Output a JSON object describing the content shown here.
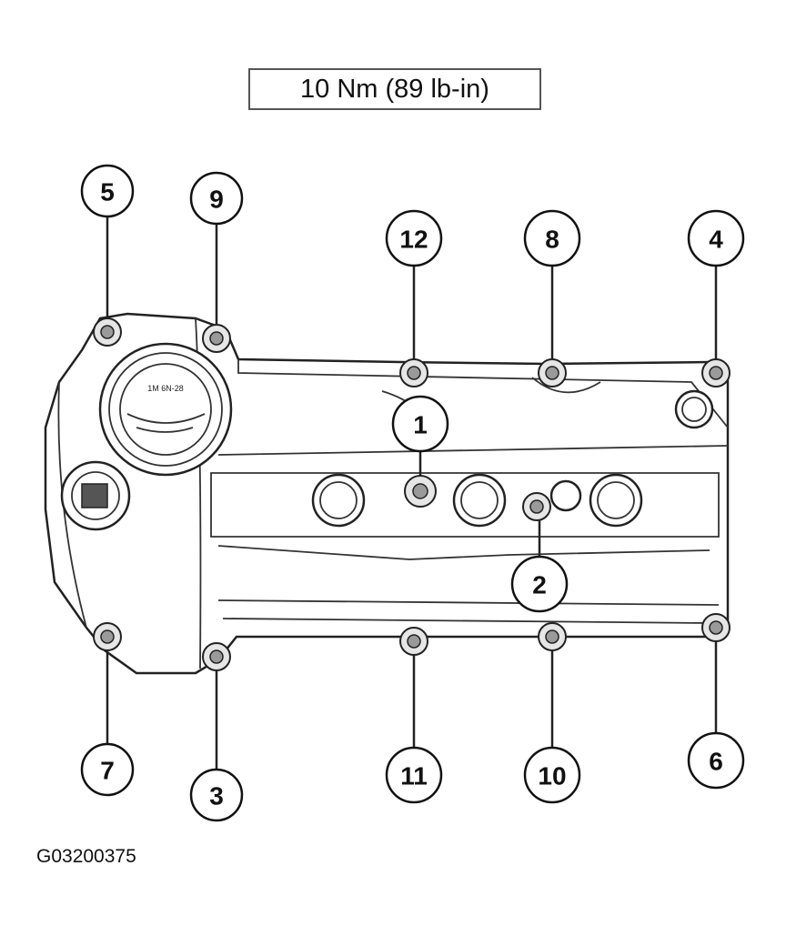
{
  "torque_spec": "10 Nm (89 lb-in)",
  "figure_id": "G03200375",
  "callouts": [
    {
      "label": "1"
    },
    {
      "label": "2"
    },
    {
      "label": "3"
    },
    {
      "label": "4"
    },
    {
      "label": "5"
    },
    {
      "label": "6"
    },
    {
      "label": "7"
    },
    {
      "label": "8"
    },
    {
      "label": "9"
    },
    {
      "label": "10"
    },
    {
      "label": "11"
    },
    {
      "label": "12"
    }
  ],
  "cap_text": "1M 6N-28"
}
